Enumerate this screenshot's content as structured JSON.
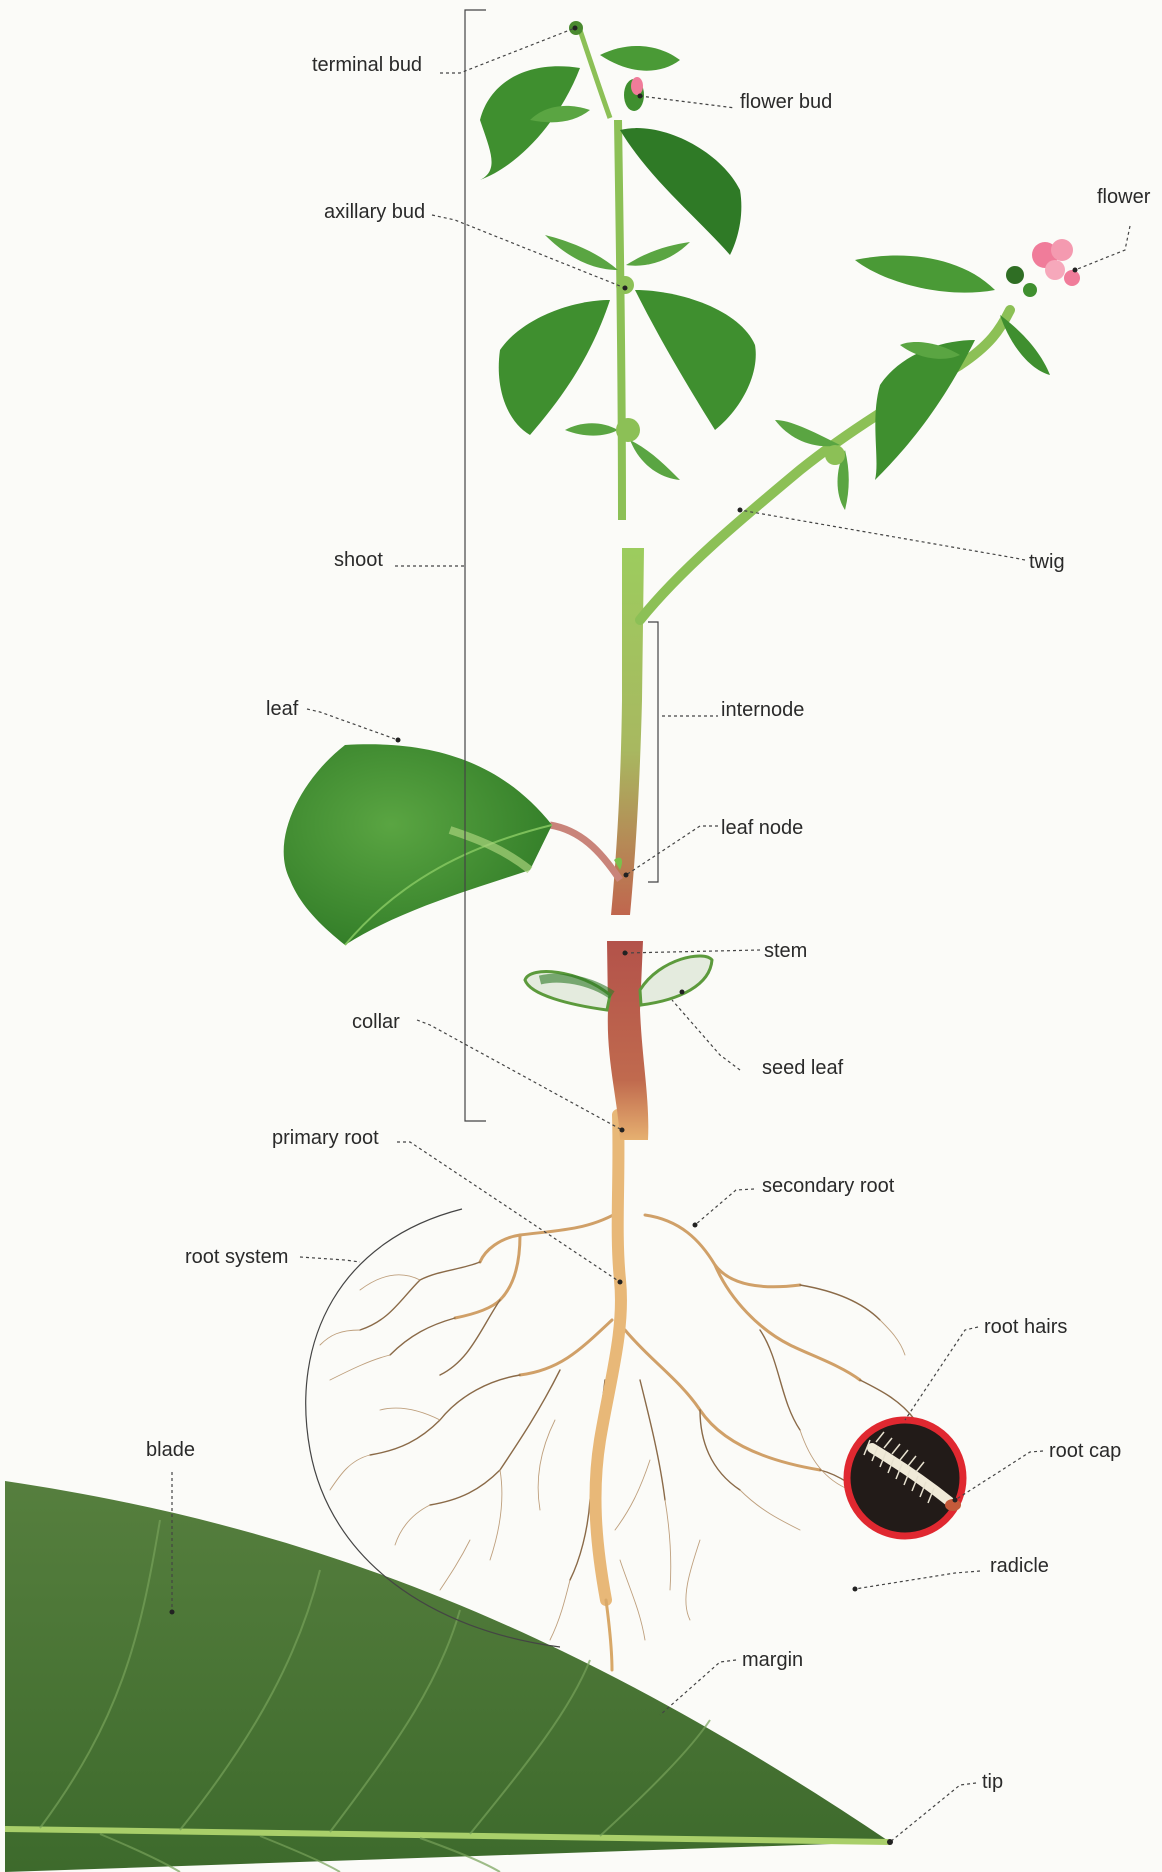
{
  "labels": {
    "terminal_bud": "terminal bud",
    "flower_bud": "flower bud",
    "axillary_bud": "axillary bud",
    "flower": "flower",
    "shoot": "shoot",
    "twig": "twig",
    "internode": "internode",
    "leaf": "leaf",
    "leaf_node": "leaf node",
    "stem": "stem",
    "collar": "collar",
    "seed_leaf": "seed leaf",
    "primary_root": "primary root",
    "secondary_root": "secondary root",
    "root_system": "root system",
    "root_hairs": "root hairs",
    "root_cap": "root cap",
    "radicle": "radicle",
    "blade": "blade",
    "margin": "margin",
    "tip": "tip"
  },
  "colors": {
    "leaf_green": "#3f8f2f",
    "stem_green": "#8cc056",
    "stem_red": "#b85a4a",
    "root_tan": "#e8b878",
    "root_line": "#a07a4a",
    "flower_pink": "#f07c9a",
    "blade_green": "#4f7f3a",
    "inset_red": "#e02830"
  }
}
